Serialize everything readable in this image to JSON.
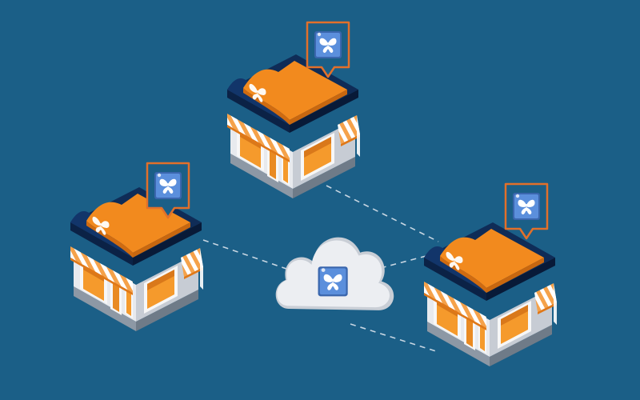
{
  "colors": {
    "background": "#1b5f87",
    "roof_dark": "#0f2c57",
    "roof_orange": "#f28a1e",
    "roof_orange_dark": "#c8670f",
    "wall_front": "#e8eaee",
    "wall_side": "#c7ccd4",
    "base": "#9aa3ad",
    "window": "#f59a2c",
    "window_frame": "#f7f7f7",
    "awning_stripe": "#f5a24a",
    "awning_white": "#ffffff",
    "cloud": "#e9ebef",
    "cloud_shade": "#c9ced6",
    "app_tile": "#4a7fcf",
    "app_tile_dark": "#3a66ad",
    "bubble_border": "#e2702a",
    "connector": "#c7d6e2"
  },
  "icons": {
    "app": "butterfly-icon",
    "bubble": "speech-bubble-icon",
    "store": "storefront-icon",
    "cloud": "cloud-icon"
  },
  "nodes": [
    {
      "id": "store-top",
      "kind": "store"
    },
    {
      "id": "store-left",
      "kind": "store"
    },
    {
      "id": "store-right",
      "kind": "store"
    },
    {
      "id": "cloud-center",
      "kind": "cloud"
    }
  ],
  "connections": [
    {
      "from": "store-top",
      "to": "cloud-center",
      "style": "dashed"
    },
    {
      "from": "store-left",
      "to": "cloud-center",
      "style": "dashed"
    },
    {
      "from": "store-right",
      "to": "cloud-center",
      "style": "dashed"
    }
  ]
}
